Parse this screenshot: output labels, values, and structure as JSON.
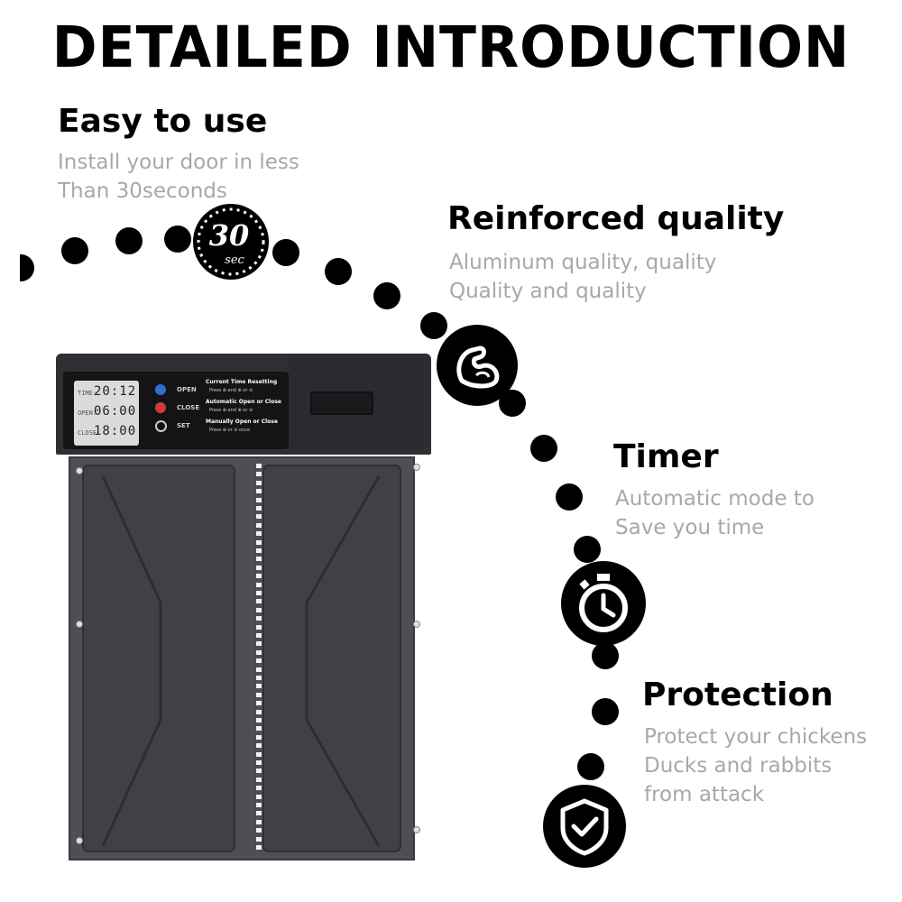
{
  "title": "DETAILED INTRODUCTION",
  "features": [
    {
      "heading": "Easy to use",
      "lines": [
        "Install your door in less",
        "Than 30seconds"
      ],
      "icon": "30-seconds-icon"
    },
    {
      "heading": "Reinforced quality",
      "lines": [
        "Aluminum quality, quality",
        "Quality and quality"
      ],
      "icon": "strong-arm-icon"
    },
    {
      "heading": "Timer",
      "lines": [
        "Automatic mode to",
        "Save you time"
      ],
      "icon": "stopwatch-icon"
    },
    {
      "heading": "Protection",
      "lines": [
        "Protect your chickens",
        "Ducks and rabbits",
        "from attack"
      ],
      "icon": "shield-check-icon"
    }
  ],
  "badge_30": {
    "number": "30",
    "unit": "sec"
  },
  "device": {
    "lcd": [
      {
        "label": "TIME:",
        "value": "20:12"
      },
      {
        "label": "OPEN:",
        "value": "06:00"
      },
      {
        "label": "CLOSE:",
        "value": "18:00"
      }
    ],
    "buttons": [
      "OPEN",
      "CLOSE",
      "SET"
    ],
    "instructions": [
      {
        "title": "Current Time Resetting",
        "detail": "Press ⊕ and ⊕ or ⊖"
      },
      {
        "title": "Automatic Open or Close",
        "detail": "Press ⊕ and ⊕ or ⊖"
      },
      {
        "title": "Manually Open or Close",
        "detail": "Press ⊕ or ⊖ once"
      }
    ]
  },
  "colors": {
    "heading": "#000000",
    "subtext": "#a8a8a8",
    "door": "#4d4f55",
    "panel": "#141416"
  }
}
